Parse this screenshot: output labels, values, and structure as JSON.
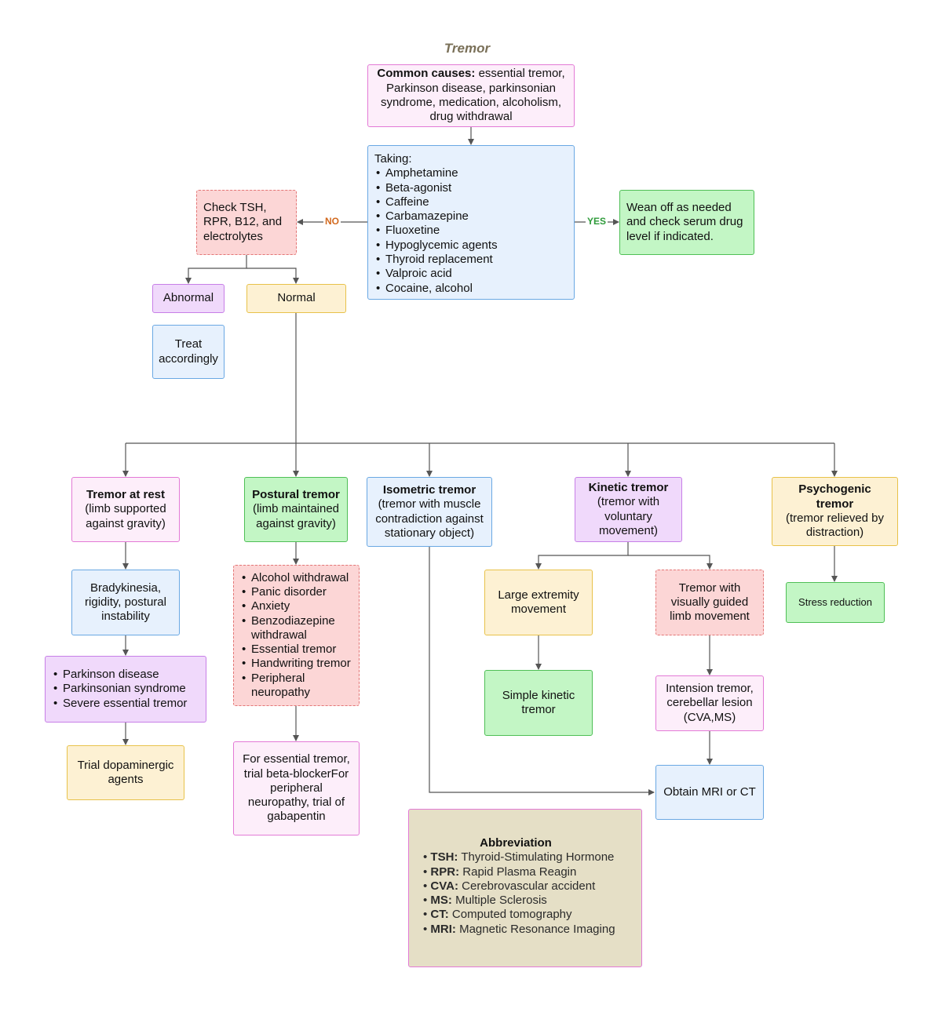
{
  "title": "Tremor",
  "common_causes": {
    "heading": "Common causes:",
    "text": "essential tremor, Parkinson disease, parkinsonian syndrome, medication, alcoholism, drug withdrawal"
  },
  "taking": {
    "heading": "Taking:",
    "items": [
      "Amphetamine",
      "Beta-agonist",
      "Caffeine",
      "Carbamazepine",
      "Fluoxetine",
      "Hypoglycemic agents",
      "Thyroid replacement",
      "Valproic acid",
      "Cocaine, alcohol"
    ]
  },
  "edge_no": "NO",
  "edge_yes": "YES",
  "check_tsh": "Check TSH, RPR, B12, and electrolytes",
  "wean_off": "Wean off as needed and check serum drug level if indicated.",
  "abnormal": "Abnormal",
  "normal": "Normal",
  "treat": "Treat accordingly",
  "rest": {
    "heading": "Tremor at rest",
    "sub": "(limb supported against gravity)",
    "signs": "Bradykinesia, rigidity, postural instability",
    "causes": [
      "Parkinson disease",
      "Parkinsonian syndrome",
      "Severe essential tremor"
    ],
    "treatment": "Trial dopaminergic agents"
  },
  "postural": {
    "heading": "Postural tremor",
    "sub": "(limb maintained against gravity)",
    "causes": [
      "Alcohol withdrawal",
      "Panic disorder",
      "Anxiety",
      "Benzodiazepine withdrawal",
      "Essential tremor",
      "Handwriting tremor",
      "Peripheral neuropathy"
    ],
    "treatment": "For essential tremor, trial beta-blockerFor peripheral neuropathy, trial of gabapentin"
  },
  "isometric": {
    "heading": "Isometric tremor",
    "sub": "(tremor with muscle contradiction against stationary object)"
  },
  "kinetic": {
    "heading": "Kinetic tremor",
    "sub": "(tremor with voluntary movement)",
    "large": "Large extremity movement",
    "simple": "Simple kinetic tremor",
    "visual": "Tremor with visually guided limb movement",
    "intension": "Intension tremor, cerebellar lesion (CVA,MS)"
  },
  "mri": "Obtain MRI or CT",
  "psychogenic": {
    "heading": "Psychogenic tremor",
    "sub": "(tremor relieved by distraction)",
    "treatment": "Stress reduction"
  },
  "abbreviation": {
    "heading": "Abbreviation",
    "items": [
      {
        "abbr": "TSH:",
        "full": "Thyroid-Stimulating Hormone"
      },
      {
        "abbr": "RPR:",
        "full": "Rapid Plasma Reagin"
      },
      {
        "abbr": "CVA:",
        "full": "Cerebrovascular accident"
      },
      {
        "abbr": "MS:",
        "full": "Multiple Sclerosis"
      },
      {
        "abbr": "CT:",
        "full": "Computed tomography"
      },
      {
        "abbr": "MRI:",
        "full": "Magnetic Resonance Imaging"
      }
    ]
  },
  "colors": {
    "line": "#555555",
    "pink": "#e37ad6",
    "blue": "#6aa8e3",
    "green": "#4fbf56",
    "red": "#e37676",
    "yellow": "#e8c24a",
    "purple": "#c77fe7",
    "abbr_bg": "#e5dfc6"
  }
}
